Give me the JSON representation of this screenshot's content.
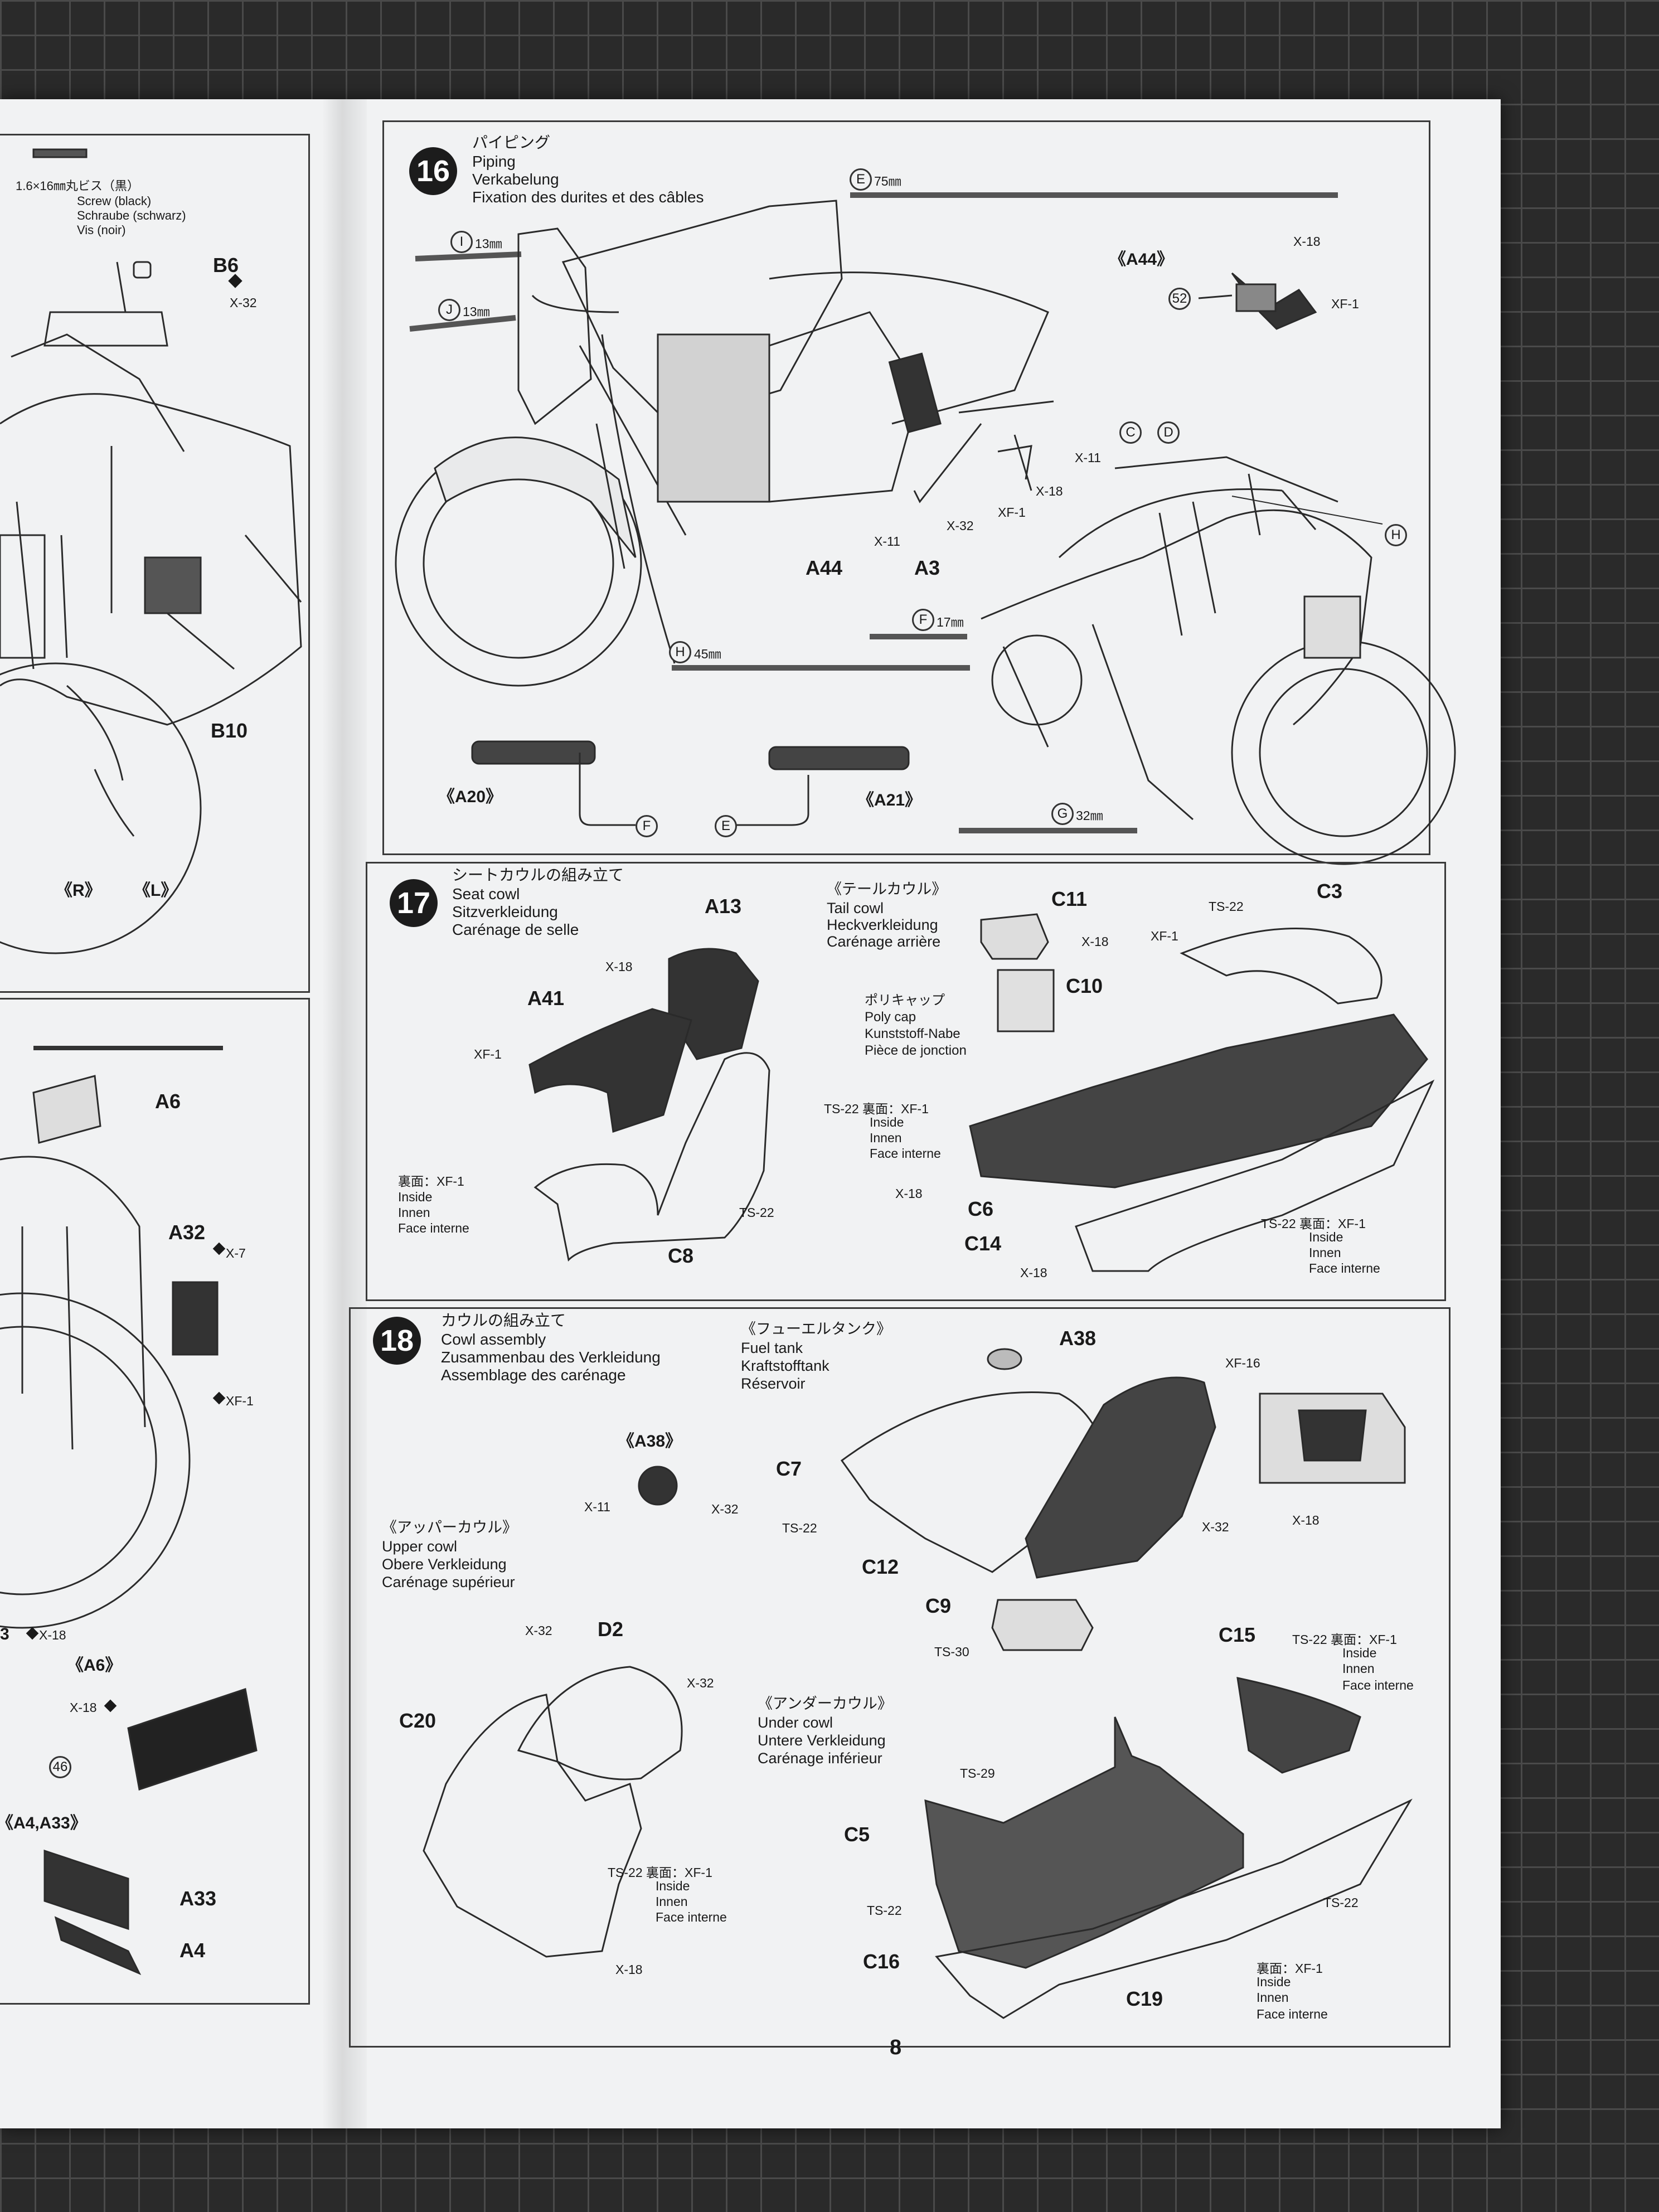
{
  "page_number": "8",
  "left_page": {
    "screw_note": "1.6×16㎜丸ビス（黒）",
    "screw_en": "Screw (black)",
    "screw_de": "Schraube (schwarz)",
    "screw_fr": "Vis (noir)",
    "labels": {
      "b6": "B6",
      "b10": "B10",
      "r": "《R》",
      "l": "《L》",
      "a6": "A6",
      "a32": "A32",
      "a6_sub": "《A6》",
      "a4a33": "《A4,A33》",
      "a33": "A33",
      "a4": "A4",
      "part3": "3"
    },
    "paints": {
      "x32": "X-32",
      "x7": "X-7",
      "xf1": "XF-1",
      "x18a": "X-18",
      "x18b": "X-18",
      "n46": "46"
    }
  },
  "step16": {
    "number": "16",
    "title_jp": "パイピング",
    "title_en": "Piping",
    "title_de": "Verkabelung",
    "title_fr": "Fixation des durites et des câbles",
    "tubes": {
      "e": "75㎜",
      "i": "13㎜",
      "j": "13㎜",
      "h": "45㎜",
      "f": "17㎜",
      "g": "32㎜"
    },
    "tube_letters": {
      "e": "E",
      "i": "I",
      "j": "J",
      "h": "H",
      "f": "F",
      "g": "G",
      "c": "C",
      "d": "D"
    },
    "labels": {
      "a44": "A44",
      "a3": "A3",
      "a44_sub": "《A44》",
      "a20": "《A20》",
      "a21": "《A21》",
      "n52": "52"
    },
    "paints": {
      "x18": "X-18",
      "xf1": "XF-1",
      "x11a": "X-11",
      "x18b": "X-18",
      "xf1b": "XF-1",
      "x11b": "X-11",
      "x32": "X-32"
    }
  },
  "step17": {
    "number": "17",
    "title_jp": "シートカウルの組み立て",
    "title_en": "Seat cowl",
    "title_de": "Sitzverkleidung",
    "title_fr": "Carénage de selle",
    "tail_jp": "《テールカウル》",
    "tail_en": "Tail cowl",
    "tail_de": "Heckverkleidung",
    "tail_fr": "Carénage arrière",
    "polycap_jp": "ポリキャップ",
    "polycap_en": "Poly cap",
    "polycap_de": "Kunststoff-Nabe",
    "polycap_fr": "Pièce de jonction",
    "inside_jp": "裏面：XF-1",
    "inside_en": "Inside",
    "inside_de": "Innen",
    "inside_fr": "Face interne",
    "labels": {
      "a13": "A13",
      "a41": "A41",
      "c8": "C8",
      "c11": "C11",
      "c10": "C10",
      "c3": "C3",
      "c6": "C6",
      "c14": "C14"
    },
    "paints": {
      "x18a": "X-18",
      "xf1a": "XF-1",
      "ts22a": "TS-22",
      "x18b": "X-18",
      "ts22b": "TS-22",
      "xf1b": "XF-1",
      "ts22c": "TS-22 裏面：XF-1",
      "x18c": "X-18",
      "ts22d": "TS-22 裏面：XF-1",
      "x18d": "X-18"
    }
  },
  "step18": {
    "number": "18",
    "title_jp": "カウルの組み立て",
    "title_en": "Cowl assembly",
    "title_de": "Zusammenbau des Verkleidung",
    "title_fr": "Assemblage des carénage",
    "fuel_jp": "《フューエルタンク》",
    "fuel_en": "Fuel tank",
    "fuel_de": "Kraftstofftank",
    "fuel_fr": "Réservoir",
    "upper_jp": "《アッパーカウル》",
    "upper_en": "Upper cowl",
    "upper_de": "Obere Verkleidung",
    "upper_fr": "Carénage supérieur",
    "under_jp": "《アンダーカウル》",
    "under_en": "Under cowl",
    "under_de": "Untere Verkleidung",
    "under_fr": "Carénage inférieur",
    "labels": {
      "a38": "A38",
      "a38_sub": "《A38》",
      "c7": "C7",
      "c12": "C12",
      "c9": "C9",
      "d2": "D2",
      "c20": "C20",
      "c15": "C15",
      "c5": "C5",
      "c16": "C16",
      "c19": "C19"
    },
    "paints": {
      "xf16": "XF-16",
      "x32a": "X-32",
      "x18a": "X-18",
      "x11": "X-11",
      "x32b": "X-32",
      "ts22a": "TS-22",
      "ts30": "TS-30",
      "x32c": "X-32",
      "x32d": "X-32",
      "ts22b": "TS-22 裏面：XF-1",
      "x18b": "X-18",
      "ts22c": "TS-22 裏面：XF-1",
      "ts29": "TS-29",
      "ts22d": "TS-22",
      "ts22e": "TS-22",
      "inside_a": "裏面：XF-1"
    },
    "inside_en": "Inside",
    "inside_de": "Innen",
    "inside_fr": "Face interne"
  }
}
